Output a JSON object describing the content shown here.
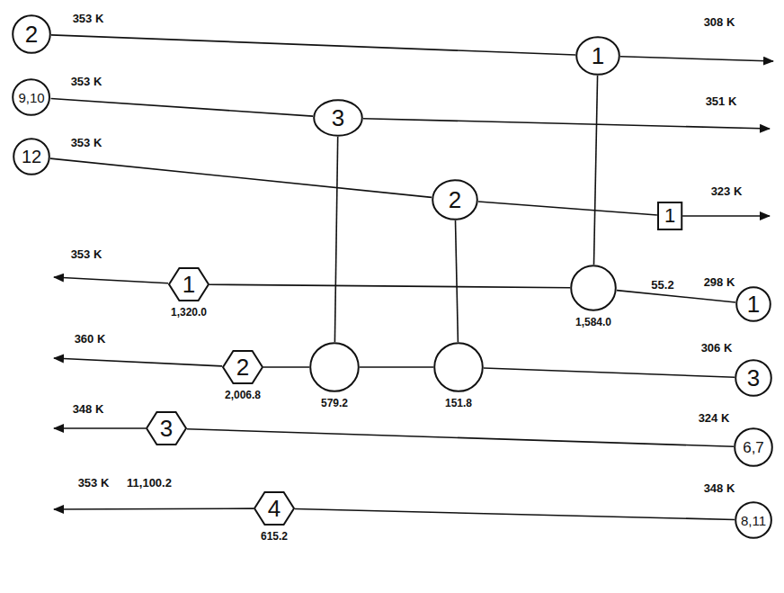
{
  "diagram": {
    "nodes": [
      {
        "text": [
          "2"
        ]
      },
      {
        "text": [
          "1"
        ]
      },
      {
        "text": [
          "9,10"
        ]
      },
      {
        "text": [
          "3"
        ]
      },
      {
        "text": [
          "12"
        ]
      },
      {
        "text": [
          "2"
        ]
      },
      {
        "text": [
          "1"
        ]
      },
      {
        "text": [
          "1",
          "1,320.0"
        ]
      },
      {
        "text": [
          "1,584.0"
        ]
      },
      {
        "text": [
          "1"
        ]
      },
      {
        "text": [
          "2",
          "2,006.8"
        ]
      },
      {
        "text": [
          "579.2"
        ]
      },
      {
        "text": [
          "151.8"
        ]
      },
      {
        "text": [
          "3"
        ]
      },
      {
        "text": [
          "3"
        ]
      },
      {
        "text": [
          "6,7"
        ]
      },
      {
        "text": [
          "4",
          "615.2"
        ]
      },
      {
        "text": [
          "8,11"
        ]
      }
    ],
    "edges": [
      {
        "from": 0,
        "to": 1,
        "arrow": "none"
      },
      {
        "from": 2,
        "to": 3,
        "arrow": "none"
      },
      {
        "from": 4,
        "to": 5,
        "arrow": "none"
      },
      {
        "from": 5,
        "to": 6,
        "arrow": "none"
      },
      {
        "from": 1,
        "to": 8,
        "arrow": "none"
      },
      {
        "from": 3,
        "to": 11,
        "arrow": "none"
      },
      {
        "from": 5,
        "to": 12,
        "arrow": "none"
      },
      {
        "from": 9,
        "to": 8,
        "arrow": "none"
      },
      {
        "from": 8,
        "to": 7,
        "arrow": "none"
      },
      {
        "from": 13,
        "to": 12,
        "arrow": "none"
      },
      {
        "from": 12,
        "to": 11,
        "arrow": "none"
      },
      {
        "from": 11,
        "to": 10,
        "arrow": "none"
      },
      {
        "from": 15,
        "to": 14,
        "arrow": "none"
      },
      {
        "from": 17,
        "to": 16,
        "arrow": "none"
      }
    ],
    "labels": [
      "353 K",
      "308 K",
      "353 K",
      "351 K",
      "353 K",
      "323 K",
      "353 K",
      "55.2",
      "298 K",
      "360 K",
      "306 K",
      "348 K",
      "324 K",
      "353 K",
      "11,100.2",
      "348 K"
    ]
  }
}
